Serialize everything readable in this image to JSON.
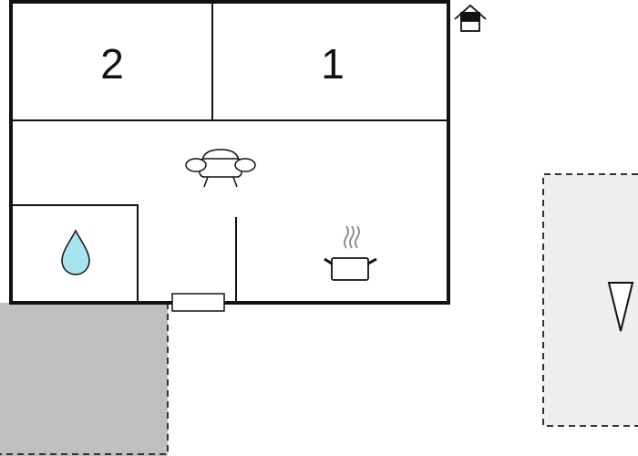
{
  "rooms": [
    {
      "id": "bedroom-2",
      "label": "2"
    },
    {
      "id": "bedroom-1",
      "label": "1"
    }
  ],
  "icons": {
    "house": "house-icon",
    "sofa": "sofa-icon",
    "water_drop": "water-drop-icon",
    "cooking_pot": "cooking-pot-icon",
    "north_arrow": "north-arrow-icon"
  },
  "colors": {
    "wall": "#111111",
    "terrace": "#bfbfbf",
    "garden": "#eeeeee",
    "outline_dashed": "#333333",
    "water": "#a8e4ef",
    "window_fill": "#ffffff",
    "steam": "#888888"
  }
}
